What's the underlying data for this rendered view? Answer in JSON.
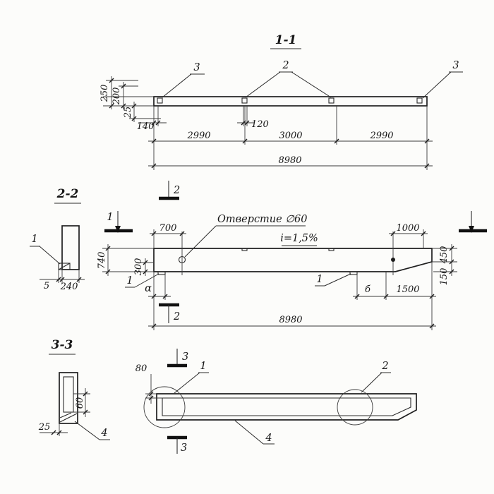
{
  "s11": {
    "title": "1-1",
    "callout_3l": "3",
    "callout_2": "2",
    "callout_3r": "3",
    "dim_250": "250",
    "dim_200": "200",
    "dim_25": "25",
    "dim_140": "140",
    "dim_120": "120",
    "dim_2990a": "2990",
    "dim_3000": "3000",
    "dim_2990b": "2990",
    "dim_8980": "8980"
  },
  "s22": {
    "title": "2-2",
    "callout_1": "1",
    "dim_5": "5",
    "dim_240": "240"
  },
  "elevation": {
    "mark_2_top": "2",
    "mark_2_bottom": "2",
    "mark_1_left": "1",
    "hole_label": "Отверстие ∅60",
    "slope": "i=1,5%",
    "dim_700": "700",
    "dim_1000": "1000",
    "dim_740": "740",
    "dim_300": "300",
    "dim_450": "450",
    "dim_150": "150",
    "dim_1500": "1500",
    "letter_alpha": "α",
    "letter_b": "б",
    "callout_1a": "1",
    "callout_1b": "1",
    "dim_8980": "8980"
  },
  "s33": {
    "title": "3-3",
    "dim_60": "60",
    "dim_25": "25",
    "callout_4": "4"
  },
  "plan": {
    "mark_3_top": "3",
    "mark_3_bottom": "3",
    "dim_80": "80",
    "callout_1": "1",
    "callout_2": "2",
    "callout_4": "4"
  }
}
